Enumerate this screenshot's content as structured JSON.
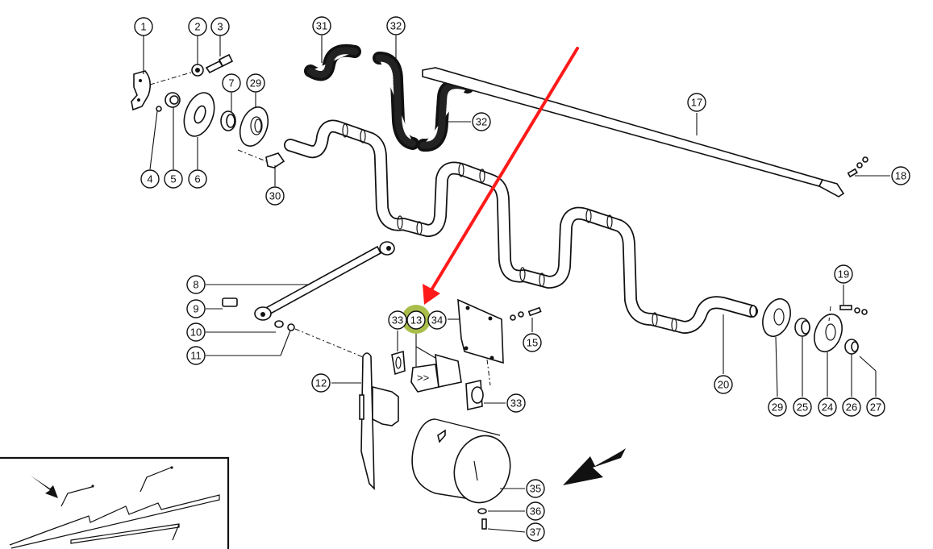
{
  "diagram": {
    "title": "Exploded parts diagram – reel/auger shaft assembly",
    "highlight_color": "#a9bd4b",
    "pointer_arrow_color": "#ff1a1a",
    "highlighted_part": "13",
    "callouts": [
      {
        "id": "c1",
        "label": "1"
      },
      {
        "id": "c2",
        "label": "2"
      },
      {
        "id": "c3",
        "label": "3"
      },
      {
        "id": "c4",
        "label": "4"
      },
      {
        "id": "c5",
        "label": "5"
      },
      {
        "id": "c6",
        "label": "6"
      },
      {
        "id": "c7",
        "label": "7"
      },
      {
        "id": "c29a",
        "label": "29"
      },
      {
        "id": "c30",
        "label": "30"
      },
      {
        "id": "c31",
        "label": "31"
      },
      {
        "id": "c32a",
        "label": "32"
      },
      {
        "id": "c32b",
        "label": "32"
      },
      {
        "id": "c17",
        "label": "17"
      },
      {
        "id": "c18",
        "label": "18"
      },
      {
        "id": "c8",
        "label": "8"
      },
      {
        "id": "c9",
        "label": "9"
      },
      {
        "id": "c10",
        "label": "10"
      },
      {
        "id": "c11",
        "label": "11"
      },
      {
        "id": "c12",
        "label": "12"
      },
      {
        "id": "c33a",
        "label": "33"
      },
      {
        "id": "c13",
        "label": "13"
      },
      {
        "id": "c34",
        "label": "34"
      },
      {
        "id": "c15",
        "label": "15"
      },
      {
        "id": "c33b",
        "label": "33"
      },
      {
        "id": "c20",
        "label": "20"
      },
      {
        "id": "c19",
        "label": "19"
      },
      {
        "id": "c29b",
        "label": "29"
      },
      {
        "id": "c25",
        "label": "25"
      },
      {
        "id": "c24",
        "label": "24"
      },
      {
        "id": "c26",
        "label": "26"
      },
      {
        "id": "c27",
        "label": "27"
      },
      {
        "id": "c35",
        "label": "35"
      },
      {
        "id": "c36",
        "label": "36"
      },
      {
        "id": "c37",
        "label": "37"
      }
    ]
  }
}
